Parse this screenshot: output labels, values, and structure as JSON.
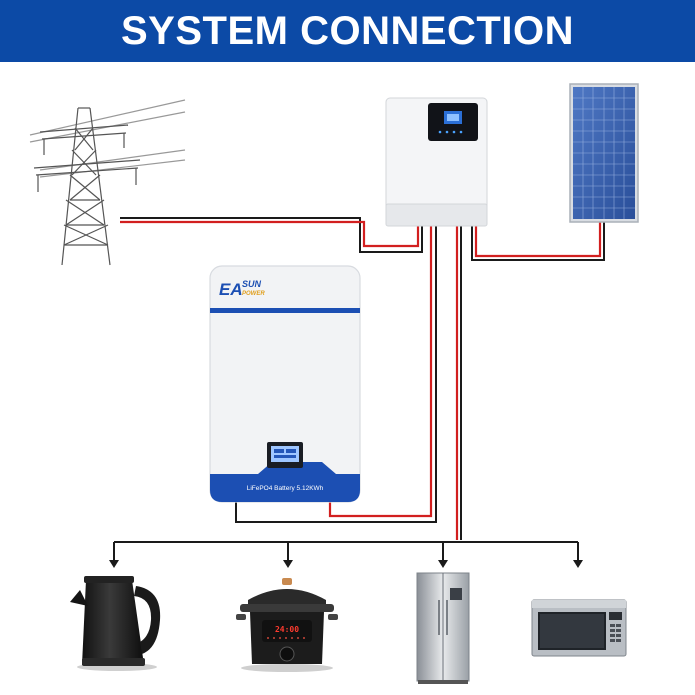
{
  "title": "SYSTEM CONNECTION",
  "battery": {
    "brand_main": "EA",
    "brand_top": "SUN",
    "brand_bottom": "POWER",
    "label": "LiFePO4 Battery 5.12KWh"
  },
  "cooker_display": "24:00",
  "colors": {
    "header_bg": "#0c4aa6",
    "header_text": "#ffffff",
    "wire_red": "#d21f1f",
    "wire_black": "#1a1a1a",
    "battery_blue": "#1c4fb3"
  },
  "icons": {
    "grid": "power-tower-icon",
    "inverter": "inverter-icon",
    "solar": "solar-panel-icon",
    "battery": "battery-icon",
    "kettle": "kettle-icon",
    "cooker": "rice-cooker-icon",
    "fridge": "refrigerator-icon",
    "microwave": "microwave-icon"
  }
}
